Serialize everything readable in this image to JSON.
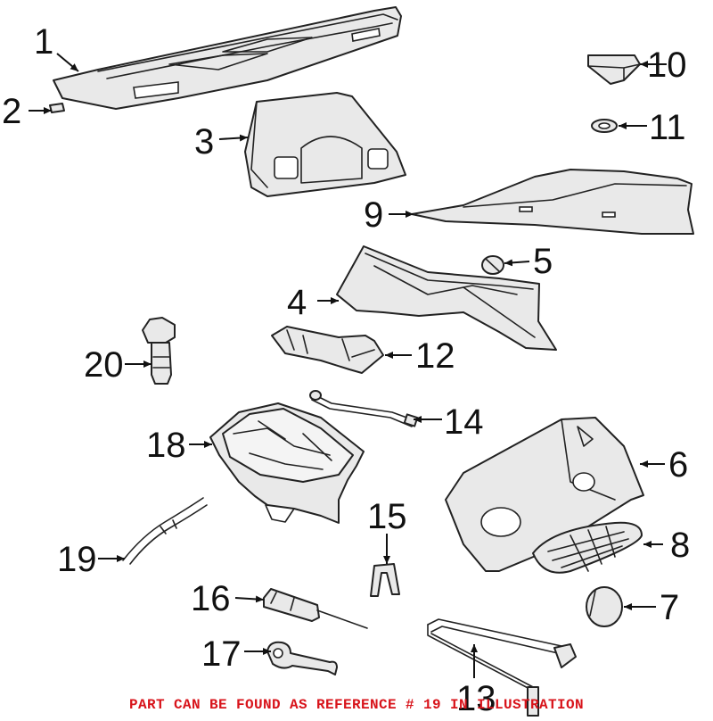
{
  "callouts": {
    "c1": "1",
    "c2": "2",
    "c3": "3",
    "c4": "4",
    "c5": "5",
    "c6": "6",
    "c7": "7",
    "c8": "8",
    "c9": "9",
    "c10": "10",
    "c11": "11",
    "c12": "12",
    "c13": "13",
    "c14": "14",
    "c15": "15",
    "c16": "16",
    "c17": "17",
    "c18": "18",
    "c19": "19",
    "c20": "20"
  },
  "note": "PART CAN BE FOUND AS REFERENCE # 19 IN ILLUSTRATION",
  "colors": {
    "note": "#d8141b",
    "line": "#111111",
    "fill": "#e9e9e9"
  }
}
